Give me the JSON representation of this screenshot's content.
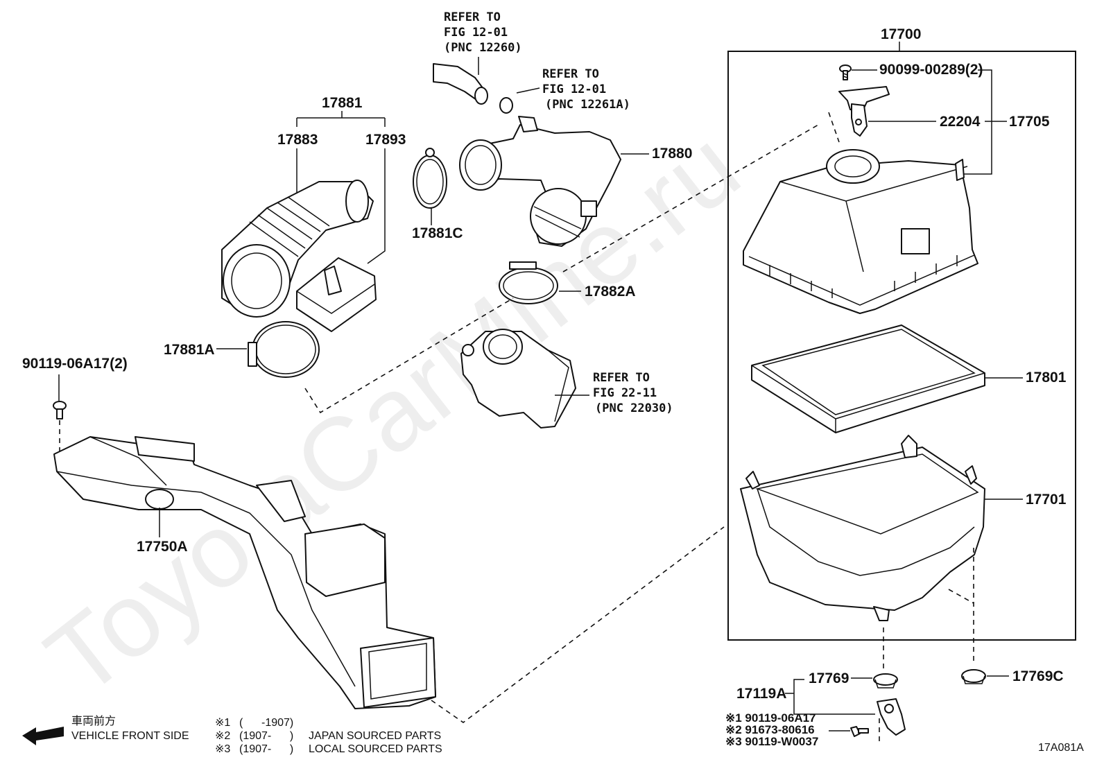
{
  "watermark": "ToyotaCarMine.ru",
  "figure_code": "17A081A",
  "labels": {
    "p17700": "17700",
    "p90099": "90099-00289(2)",
    "p22204": "22204",
    "p17705": "17705",
    "p17801": "17801",
    "p17701": "17701",
    "p17769": "17769",
    "p17769c": "17769C",
    "p17119a": "17119A",
    "p17881": "17881",
    "p17883": "17883",
    "p17893": "17893",
    "p17880": "17880",
    "p17881c": "17881C",
    "p17882a": "17882A",
    "p17881a": "17881A",
    "p90119": "90119-06A17(2)",
    "p17750a": "17750A"
  },
  "refs": {
    "ref1": [
      "REFER TO",
      "FIG 12-01",
      "(PNC 12260)"
    ],
    "ref2": [
      "REFER TO",
      "FIG 12-01",
      "(PNC 12261A)"
    ],
    "ref3": [
      "REFER TO",
      "FIG 22-11",
      "(PNC 22030)"
    ]
  },
  "bolt_variants": [
    "※1 90119-06A17",
    "※2 91673-80616",
    "※3 90119-W0037"
  ],
  "legend": {
    "direction_jp": "車両前方",
    "direction_en": "VEHICLE FRONT SIDE",
    "rows": [
      {
        "mark": "※1",
        "range": "(      -1907)",
        "text": ""
      },
      {
        "mark": "※2",
        "range": "(1907-      )",
        "text": "JAPAN SOURCED PARTS"
      },
      {
        "mark": "※3",
        "range": "(1907-      )",
        "text": "LOCAL SOURCED PARTS"
      }
    ]
  }
}
